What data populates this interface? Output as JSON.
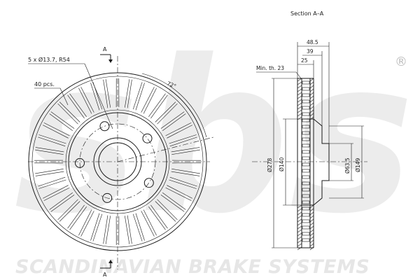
{
  "watermark": {
    "brand_logo": "sbs",
    "company": "SCANDINAVIAN BRAKE SYSTEMS",
    "registered_mark": "®"
  },
  "front_view": {
    "bolt_pattern": "5 x Ø13.7, R54",
    "vane_count": "40 pcs.",
    "angle": "72°",
    "section_marker_top": "A",
    "section_marker_bottom": "A"
  },
  "section_view": {
    "title": "Section A–A",
    "min_thickness": "Min. th. 23",
    "dim_overall_height": "48.5",
    "dim_hat_height": "39",
    "dim_disc_thickness": "25",
    "dia_outer": "Ø278",
    "dia_140": "Ø140",
    "dia_center_bore": "Ø63.5",
    "dia_149": "Ø149"
  }
}
